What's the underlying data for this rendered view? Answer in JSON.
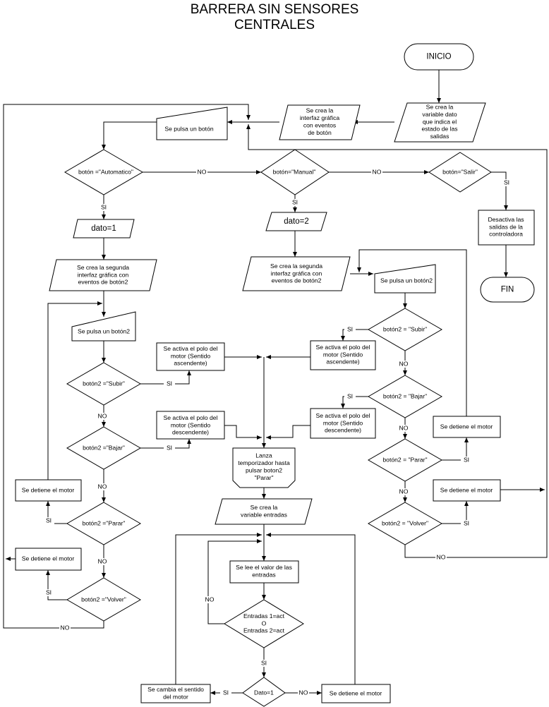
{
  "title": {
    "line1": "BARRERA SIN SENSORES",
    "line2": "CENTRALES"
  },
  "nodes": {
    "inicio": [
      "INICIO"
    ],
    "var_dato": [
      "Se crea la",
      "variable dato",
      "que indica el",
      "estado de las",
      "salidas"
    ],
    "interfaz1": [
      "Se crea la",
      "interfaz gráfica",
      "con eventos",
      "de botón"
    ],
    "pulsa1": [
      "Se pulsa un botón"
    ],
    "auto_dec": [
      "botón =\"Automatico\""
    ],
    "manual_dec": [
      "botón=\"Manual\""
    ],
    "salir_dec": [
      "botón=\"Salir\""
    ],
    "desactiva": [
      "Desactiva las",
      "salidas de la",
      "controladora"
    ],
    "fin": [
      "FIN"
    ],
    "dato1": [
      "dato=1"
    ],
    "interfaz2_left": [
      "Se crea la segunda",
      "interfaz gráfica con",
      "eventos de botón2"
    ],
    "pulsa2_left": [
      "Se pulsa un botón2"
    ],
    "subir_left": [
      "botón2 =\"Subir\""
    ],
    "bajar_left": [
      "botón2 =\"Bajar\""
    ],
    "parar_left": [
      "botón2 =\"Parar\""
    ],
    "volver_left": [
      "botón2 =\"Volver\""
    ],
    "detiene_left1": [
      "Se detiene el motor"
    ],
    "detiene_left2": [
      "Se detiene el motor"
    ],
    "activa_asc_left": [
      "Se activa el polo del",
      "motor (Sentido",
      "ascendente)"
    ],
    "activa_desc_left": [
      "Se activa el polo del",
      "motor (Sentido",
      "descendente)"
    ],
    "dato2": [
      "dato=2"
    ],
    "interfaz2_right": [
      "Se crea la segunda",
      "interfaz gráfica con",
      "eventos de botón2"
    ],
    "pulsa2_right": [
      "Se pulsa un botón2"
    ],
    "subir_right": [
      "botón2 = \"Subir\""
    ],
    "bajar_right": [
      "botón2 = \"Bajar\""
    ],
    "parar_right": [
      "botón2 = \"Parar\""
    ],
    "volver_right": [
      "botón2 = \"Volver\""
    ],
    "activa_asc_right": [
      "Se activa el polo del",
      "motor (Sentido",
      "ascendente)"
    ],
    "activa_desc_right": [
      "Se activa el polo del",
      "motor (Sentido",
      "descendente)"
    ],
    "detiene_right1": [
      "Se detiene el motor"
    ],
    "detiene_right2": [
      "Se detiene el motor"
    ],
    "temporizador": [
      "Lanza",
      "temporizador hasta",
      "pulsar boton2",
      "\"Parar\""
    ],
    "var_entradas": [
      "Se crea la",
      "variable entradas"
    ],
    "lee_entradas": [
      "Se lee el valor de las",
      "entradas"
    ],
    "entradas_dec": [
      "Entradas 1=act",
      "O",
      "Entradas 2=act"
    ],
    "dato_dec": [
      "Dato=1"
    ],
    "cambia_sentido": [
      "Se cambia el sentido",
      "del motor"
    ],
    "detiene_bottom": [
      "Se detiene el motor"
    ]
  },
  "edge_labels": {
    "no": "NO",
    "si": "SI"
  }
}
